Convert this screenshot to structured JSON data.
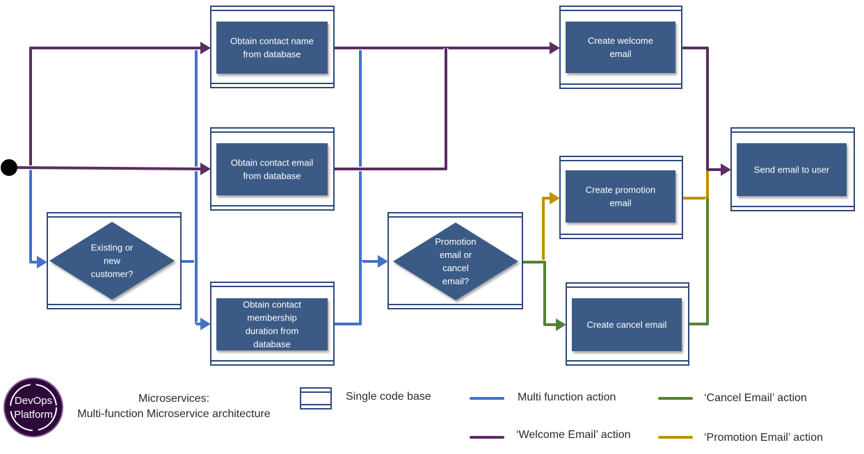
{
  "nodes": {
    "contact_name": [
      "Obtain contact name",
      "from database"
    ],
    "contact_email": [
      "Obtain contact email",
      "from database"
    ],
    "membership": [
      "Obtain contact",
      "membership",
      "duration from",
      "database"
    ],
    "existing_or_new": [
      "Existing or",
      "new",
      "customer?"
    ],
    "promo_or_cancel": [
      "Promotion",
      "email or",
      "cancel",
      "email?"
    ],
    "welcome": [
      "Create welcome",
      "email"
    ],
    "promotion": [
      "Create promotion",
      "email"
    ],
    "cancel": [
      "Create cancel email"
    ],
    "send": [
      "Send email to user"
    ]
  },
  "legend": {
    "title_line1": "Microservices:",
    "title_line2": "Multi-function Microservice architecture",
    "logo_line1": "DevOps",
    "logo_line2": "Platform",
    "single_code_base": "Single code base",
    "multi_function": "Multi function action",
    "welcome_email": "‘Welcome Email’ action",
    "cancel_email": "‘Cancel Email’ action",
    "promotion_email": "‘Promotion Email’ action"
  },
  "colors": {
    "node_fill": "#3a5a86",
    "frame": "#2e4a7a",
    "multi_function": "#4472c4",
    "welcome": "#5c2d62",
    "cancel": "#548235",
    "promotion": "#bf9000",
    "start": "#000000"
  }
}
